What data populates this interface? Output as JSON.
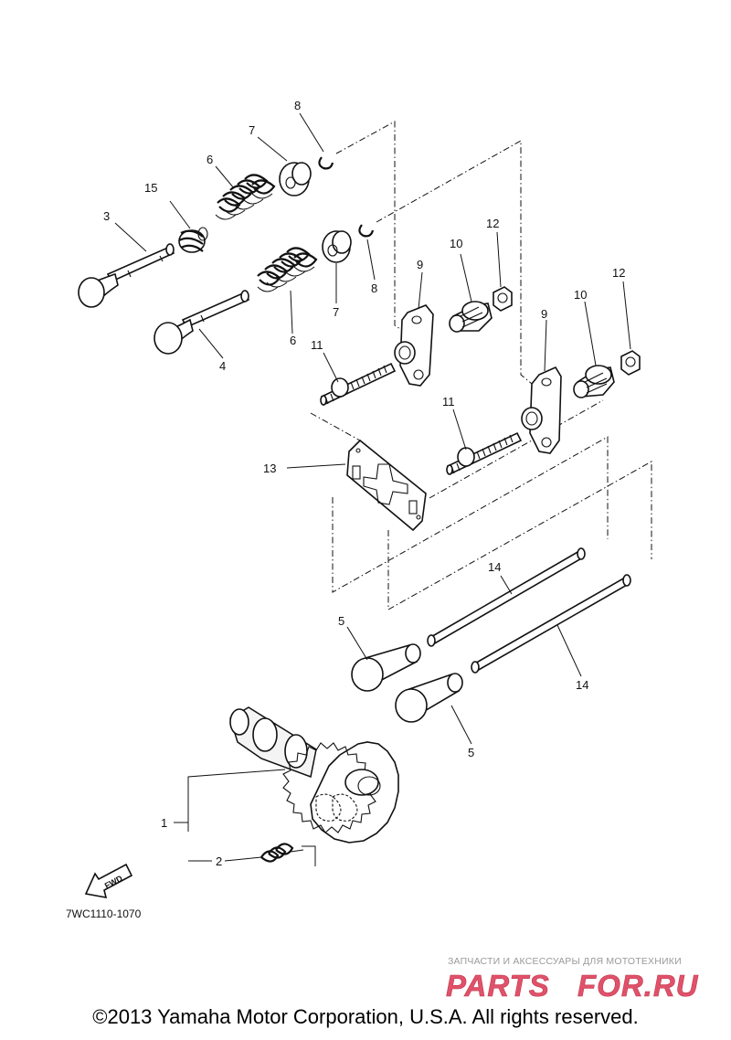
{
  "callouts": [
    {
      "id": "c1",
      "label": "1"
    },
    {
      "id": "c2",
      "label": "2"
    },
    {
      "id": "c3",
      "label": "3"
    },
    {
      "id": "c4",
      "label": "4"
    },
    {
      "id": "c5a",
      "label": "5"
    },
    {
      "id": "c5b",
      "label": "5"
    },
    {
      "id": "c6a",
      "label": "6"
    },
    {
      "id": "c6b",
      "label": "6"
    },
    {
      "id": "c7a",
      "label": "7"
    },
    {
      "id": "c7b",
      "label": "7"
    },
    {
      "id": "c8a",
      "label": "8"
    },
    {
      "id": "c8b",
      "label": "8"
    },
    {
      "id": "c9a",
      "label": "9"
    },
    {
      "id": "c9b",
      "label": "9"
    },
    {
      "id": "c10a",
      "label": "10"
    },
    {
      "id": "c10b",
      "label": "10"
    },
    {
      "id": "c11a",
      "label": "11"
    },
    {
      "id": "c11b",
      "label": "11"
    },
    {
      "id": "c12a",
      "label": "12"
    },
    {
      "id": "c12b",
      "label": "12"
    },
    {
      "id": "c13",
      "label": "13"
    },
    {
      "id": "c14a",
      "label": "14"
    },
    {
      "id": "c14b",
      "label": "14"
    },
    {
      "id": "c15",
      "label": "15"
    }
  ],
  "direction_arrow_label": "FWD",
  "diagram_code": "7WC1110-1070",
  "watermark": {
    "tagline": "ЗАПЧАСТИ И АКСЕССУАРЫ ДЛЯ МОТОТЕХНИКИ",
    "brand_left": "PARTS",
    "brand_right": "FOR.RU",
    "color": "#e0526a"
  },
  "copyright": "©2013 Yamaha Motor Corporation, U.S.A. All rights reserved."
}
